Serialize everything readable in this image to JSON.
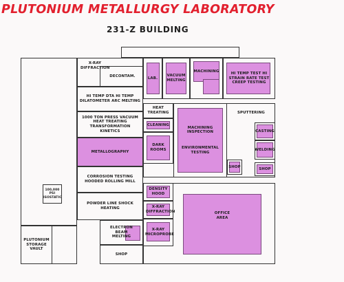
{
  "title": "PLUTONIUM METALLURGY LABORATORY",
  "subtitle": "231-Z BUILDING",
  "rooms": {
    "xray_diffraction_left": "X-RAY DIFFRACTION",
    "decontam": "DECONTAM.",
    "hi_temp_dta": "HI TEMP DTA HI TEMP DILATOMETER ARC MELTING",
    "press": "1000 TON PRESS VACUUM HEAT TREATING TRANSFORMATION KINETICS",
    "metallography": "METALLOGRAPHY",
    "corrosion": "CORROSION TESTING HOODED ROLLING MILL",
    "powder_line": "POWDER LINE SHOCK HEATING",
    "electron_beam": "ELECTRON BEAM MELTING",
    "shop_left": "SHOP",
    "plutonium_vault": "PLUTONIUM STORAGE VAULT",
    "isostatic": "100,000 psi ISOSTATIC",
    "lab": "LAB.",
    "vacuum_melting": "VACUUM MELTING",
    "machining": "MACHINING",
    "hi_temp_test": "HI TEMP TEST HI STRAIN RATE TEST CREEP TESTING",
    "heat_treating": "HEAT TREATING",
    "cleaning": "CLEANING",
    "dark_rooms": "DARK ROOMS",
    "machining_inspection": "MACHINING INSPECTION",
    "environmental_testing": "ENVIRONMENTAL TESTING",
    "sputtering": "SPUTTERING",
    "casting": "CASTING",
    "welding": "WELDING",
    "shop_center": "SHOP",
    "shop_right": "SHOP",
    "density_hood": "DENSITY HOOD",
    "xray_diffraction_mid": "X-RAY DIFFRACTION",
    "xray_microprobe": "X-RAY MICROPROBE",
    "office_area": "OFFICE AREA"
  },
  "colors": {
    "title": "#e2202e",
    "highlight": "#dc90e0",
    "walls": "#333333"
  }
}
